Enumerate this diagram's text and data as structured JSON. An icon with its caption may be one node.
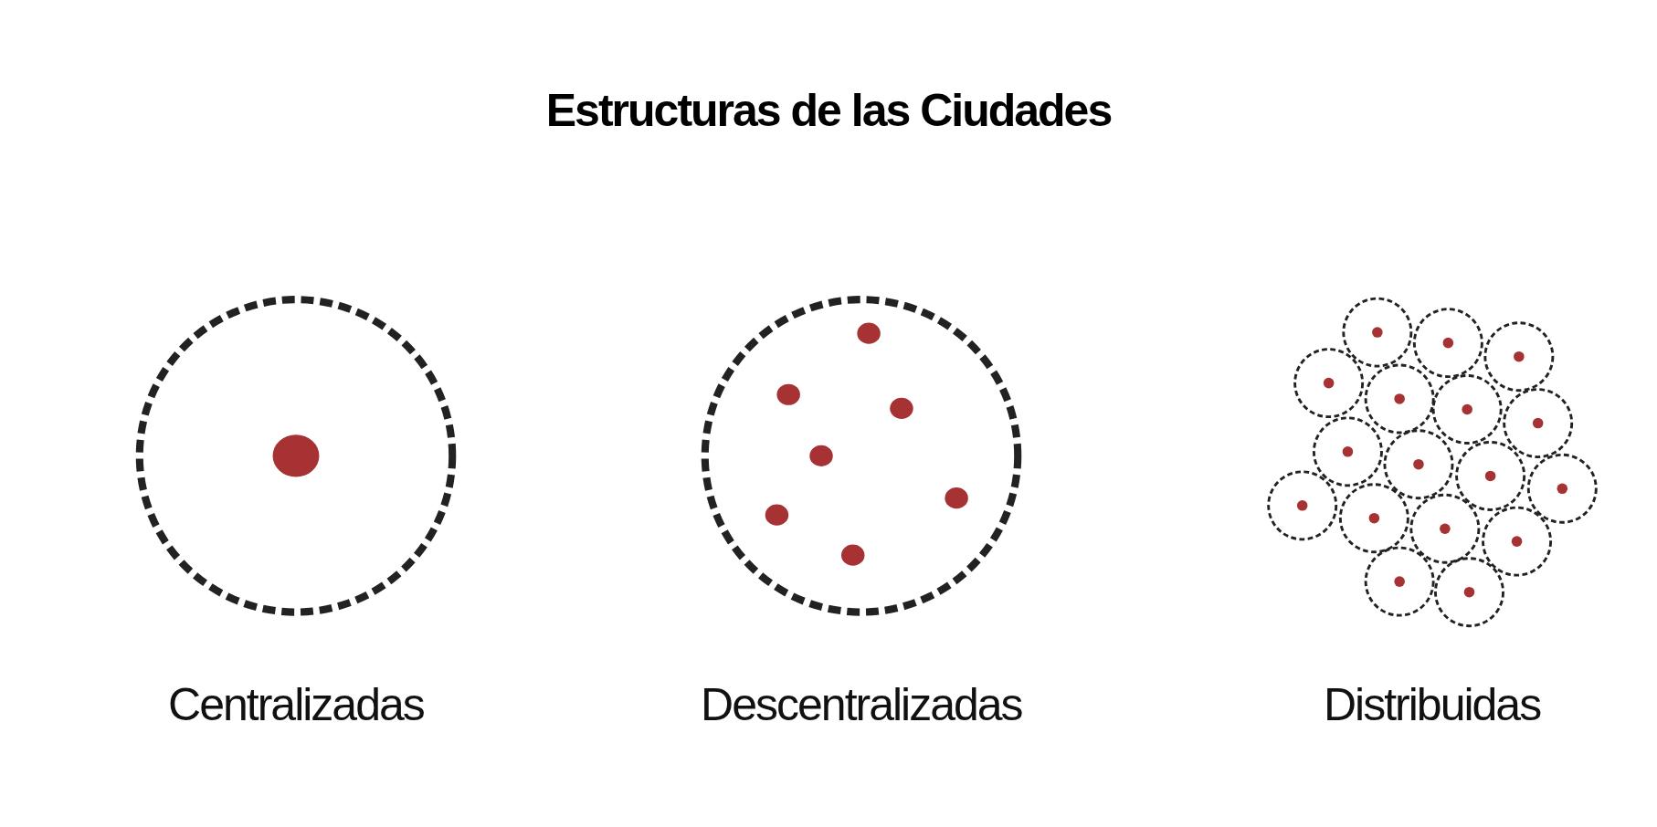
{
  "diagram": {
    "title": "Estructuras de las Ciudades",
    "nodes": [
      {
        "text": [
          "Centralizadas"
        ]
      },
      {
        "text": [
          "Descentralizadas"
        ]
      },
      {
        "text": [
          "Distribuidas"
        ]
      }
    ],
    "edges": []
  }
}
